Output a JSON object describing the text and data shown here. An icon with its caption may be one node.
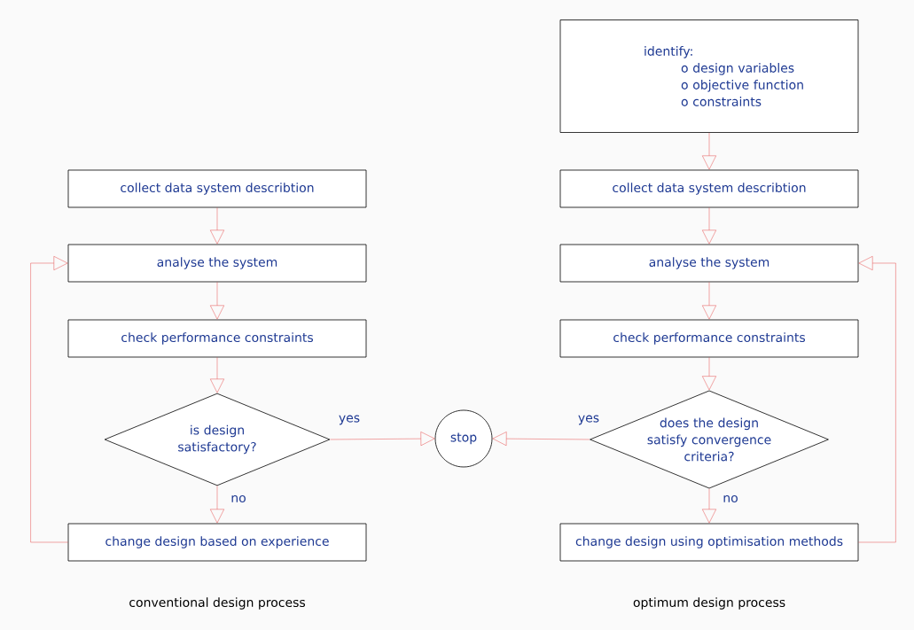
{
  "diagram": {
    "nodes": [
      {
        "text": [
          "collect data system describtion"
        ]
      },
      {
        "text": [
          "analyse the system"
        ]
      },
      {
        "text": [
          "check performance constraints"
        ]
      },
      {
        "text": [
          "is design satisfactory?"
        ]
      },
      {
        "text": [
          "change design based on experience"
        ]
      },
      {
        "text": [
          "stop"
        ]
      },
      {
        "text": [
          "identify:",
          "o design variables",
          "o objective function",
          "o constraints"
        ]
      },
      {
        "text": [
          "collect data system describtion"
        ]
      },
      {
        "text": [
          "analyse the system"
        ]
      },
      {
        "text": [
          "check performance constraints"
        ]
      },
      {
        "text": [
          "does the design satisfy convergence criteria?"
        ]
      },
      {
        "text": [
          "change design using optimisation methods"
        ]
      }
    ],
    "edges": [
      {
        "from": 0,
        "to": 1,
        "arrow": "to"
      },
      {
        "from": 1,
        "to": 2,
        "arrow": "to"
      },
      {
        "from": 2,
        "to": 3,
        "arrow": "to"
      },
      {
        "from": 3,
        "to": 5,
        "arrow": "to",
        "label": "yes"
      },
      {
        "from": 3,
        "to": 4,
        "arrow": "to",
        "label": "no"
      },
      {
        "from": 4,
        "to": 1,
        "arrow": "to"
      },
      {
        "from": 6,
        "to": 7,
        "arrow": "to"
      },
      {
        "from": 7,
        "to": 8,
        "arrow": "to"
      },
      {
        "from": 8,
        "to": 9,
        "arrow": "to"
      },
      {
        "from": 9,
        "to": 10,
        "arrow": "to"
      },
      {
        "from": 10,
        "to": 5,
        "arrow": "to",
        "label": "yes"
      },
      {
        "from": 10,
        "to": 11,
        "arrow": "to",
        "label": "no"
      },
      {
        "from": 11,
        "to": 8,
        "arrow": "to"
      }
    ],
    "labels": [
      "conventional design process",
      "optimum design process"
    ]
  }
}
